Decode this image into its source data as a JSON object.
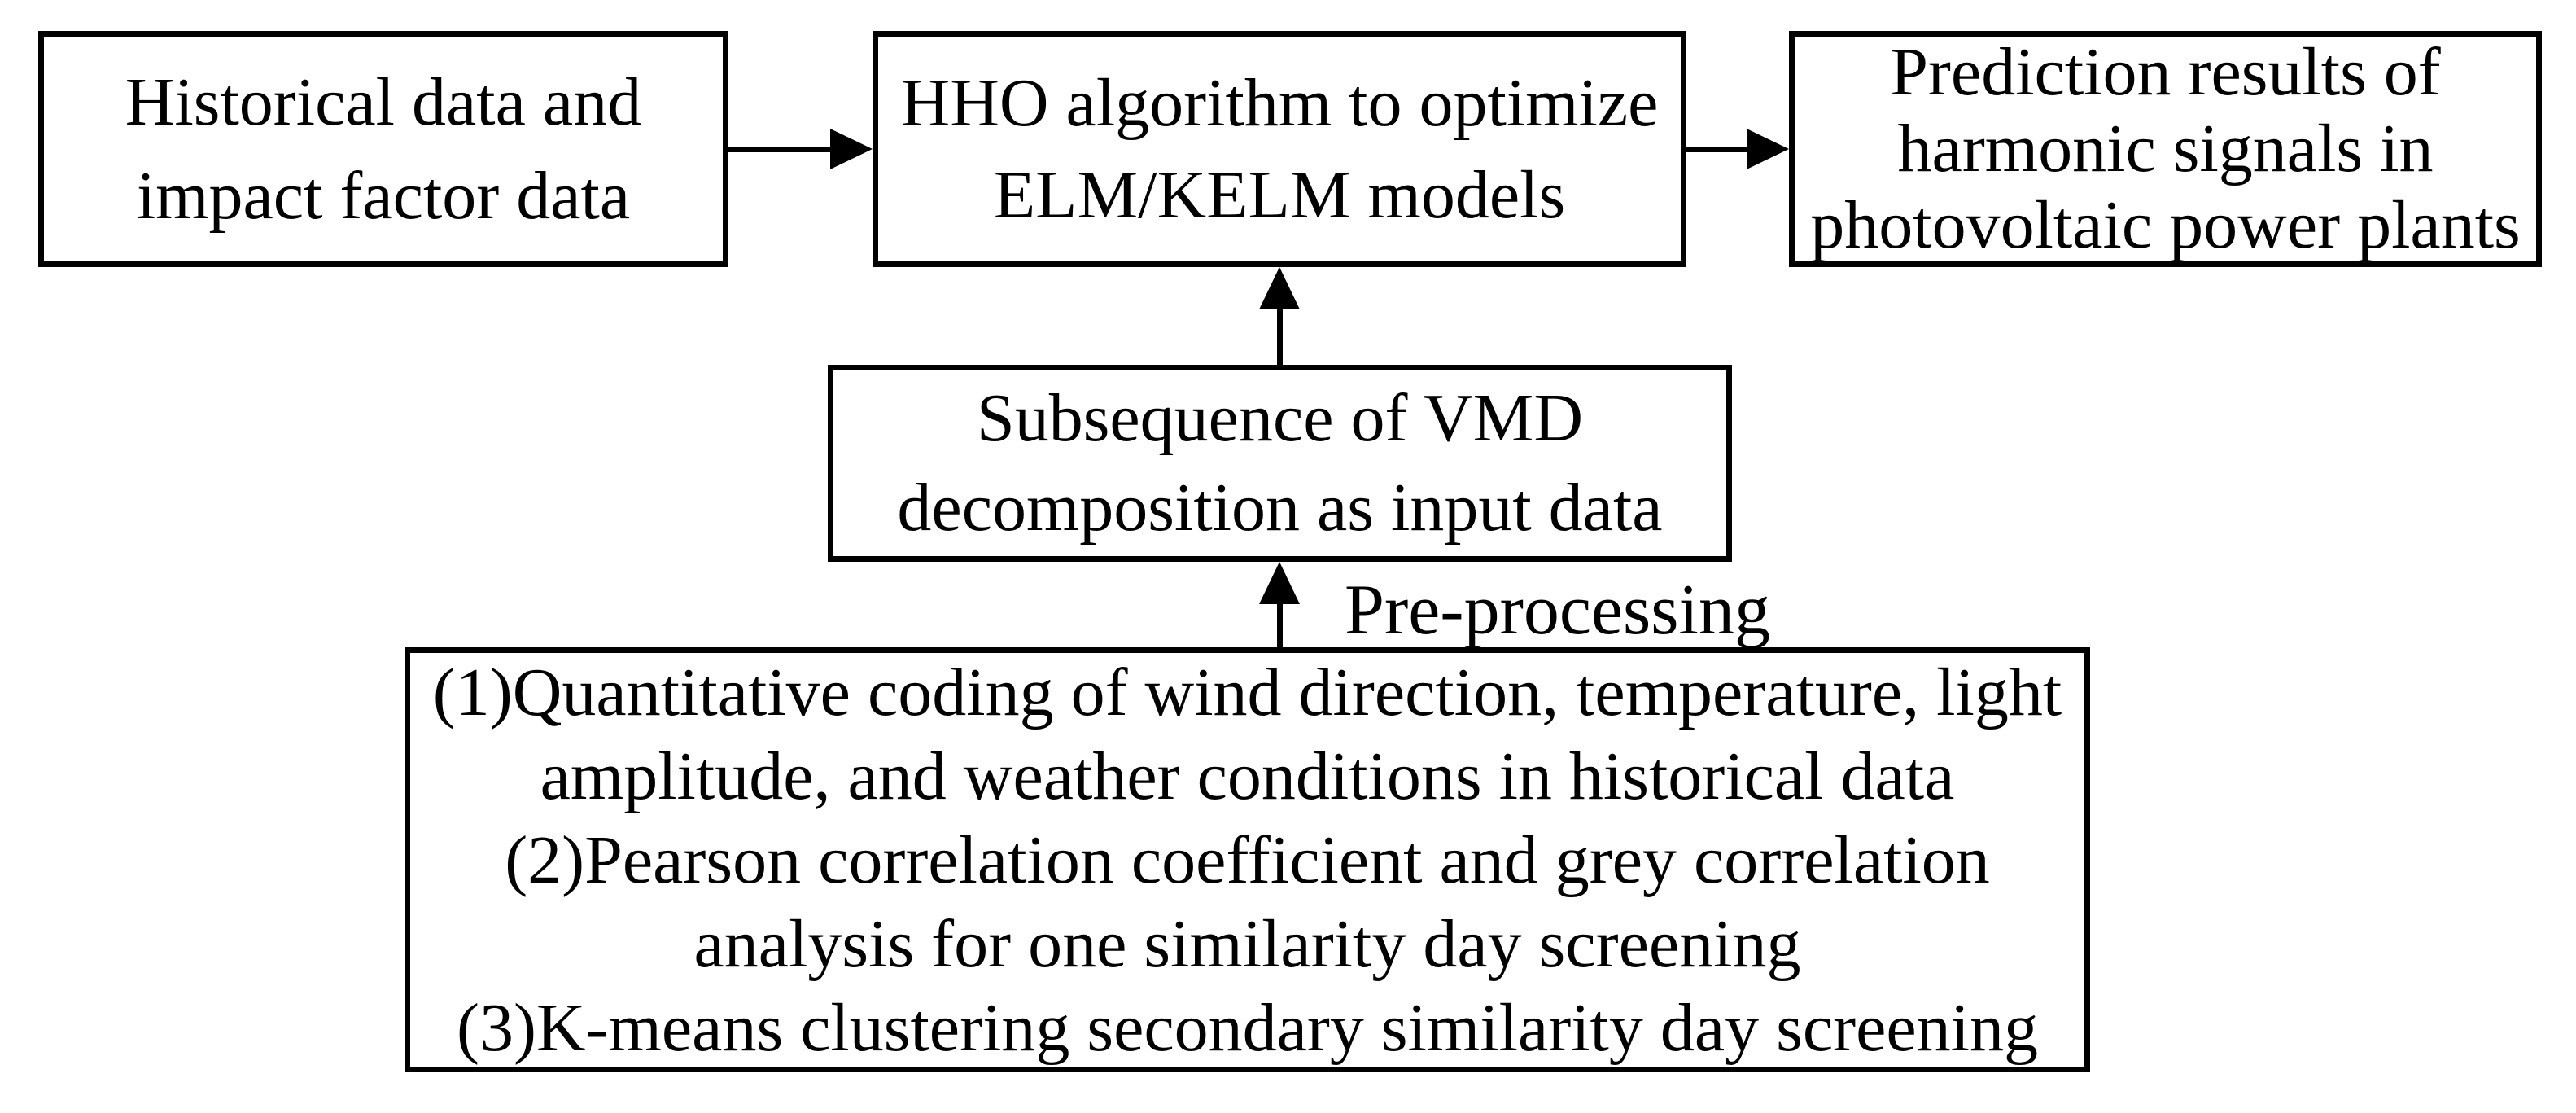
{
  "colors": {
    "background": "#ffffff",
    "line": "#000000",
    "text": "#000000"
  },
  "boxes": {
    "historical": {
      "lines": [
        "Historical data and",
        "impact factor data"
      ]
    },
    "hho": {
      "lines": [
        "HHO algorithm to optimize",
        "ELM/KELM models"
      ]
    },
    "prediction": {
      "lines": [
        "Prediction results of",
        "harmonic signals in",
        "photovoltaic power plants"
      ]
    },
    "vmd": {
      "lines": [
        "Subsequence of VMD",
        "decomposition as input data"
      ]
    },
    "preprocessing": {
      "lines": [
        "(1)Quantitative coding of wind direction, temperature, light",
        "amplitude, and weather conditions in historical data",
        "(2)Pearson correlation coefficient and grey correlation",
        "analysis for one similarity day screening",
        "(3)K-means clustering secondary similarity day screening"
      ]
    }
  },
  "labels": {
    "preprocessing_arrow": "Pre-processing"
  }
}
